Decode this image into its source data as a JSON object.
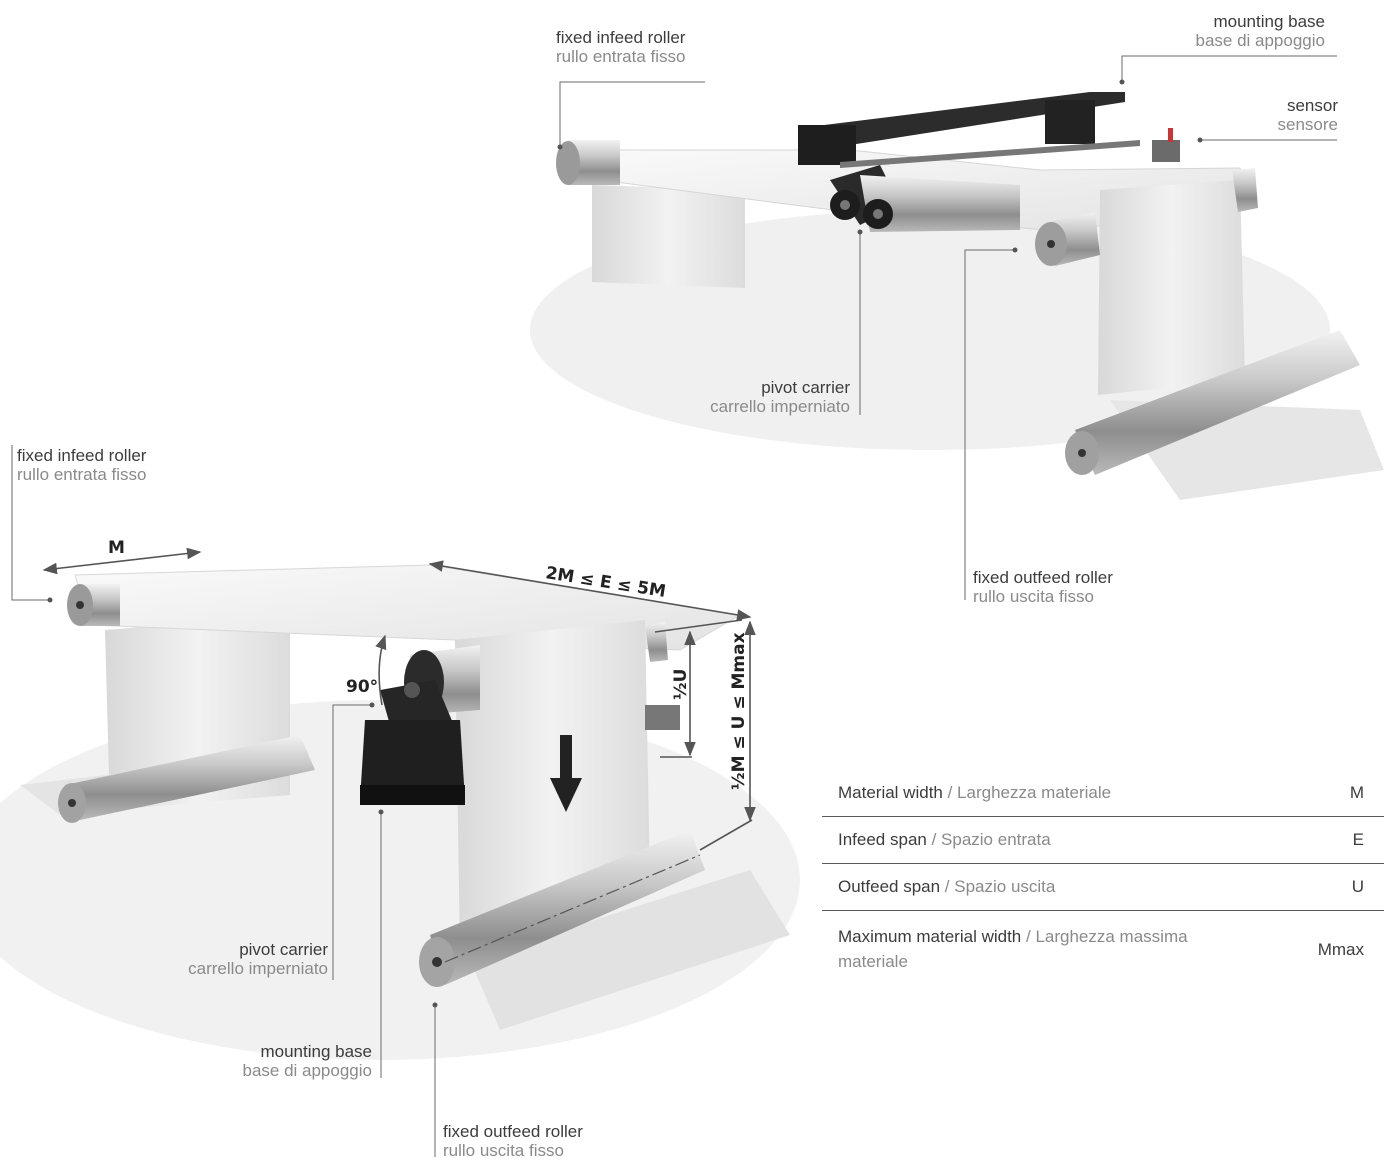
{
  "top_view": {
    "infeed_roller": {
      "en": "fixed infeed roller",
      "it": "rullo entrata fisso"
    },
    "mounting_base": {
      "en": "mounting base",
      "it": "base di appoggio"
    },
    "sensor": {
      "en": "sensor",
      "it": "sensore"
    },
    "pivot_carrier": {
      "en": "pivot carrier",
      "it": "carrello imperniato"
    },
    "outfeed_roller": {
      "en": "fixed outfeed roller",
      "it": "rullo uscita fisso"
    }
  },
  "bottom_view": {
    "infeed_roller": {
      "en": "fixed infeed roller",
      "it": "rullo entrata fisso"
    },
    "pivot_carrier": {
      "en": "pivot carrier",
      "it": "carrello imperniato"
    },
    "mounting_base": {
      "en": "mounting base",
      "it": "base di appoggio"
    },
    "outfeed_roller": {
      "en": "fixed outfeed roller",
      "it": "rullo uscita fisso"
    },
    "dimensions": {
      "m": "M",
      "e": "2M ≤ E ≤ 5M",
      "half_u": "½U",
      "u": "½M ≤ U ≤ Mmax",
      "angle": "90°"
    }
  },
  "table": [
    {
      "en": "Material width",
      "sep": " / ",
      "it": "Larghezza materiale",
      "symbol": "M"
    },
    {
      "en": "Infeed span",
      "sep": " / ",
      "it": "Spazio entrata",
      "symbol": "E"
    },
    {
      "en": "Outfeed span",
      "sep": " / ",
      "it": "Spazio uscita",
      "symbol": "U"
    },
    {
      "en": "Maximum material width",
      "sep": " / ",
      "it": "Larghezza massima materiale",
      "symbol": "Mmax"
    }
  ]
}
